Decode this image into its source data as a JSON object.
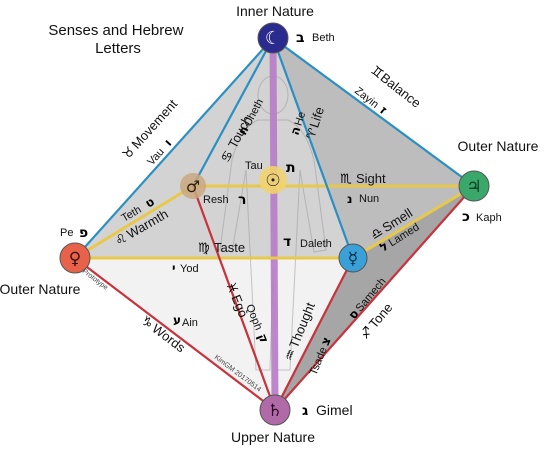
{
  "title": "Senses and Hebrew Letters",
  "nodes": {
    "top": {
      "label": "Inner Nature",
      "symbol": "☾",
      "letter_char": "ב",
      "letter_name": "Beth",
      "color": "#2a2a8f"
    },
    "right": {
      "label": "Outer Nature",
      "symbol": "♃",
      "letter_char": "כ",
      "letter_name": "Kaph",
      "color": "#3aa86b"
    },
    "left": {
      "label": "Outer Nature",
      "symbol": "♀",
      "letter_char": "פ",
      "letter_name": "Pe",
      "color": "#e8624a"
    },
    "bottom": {
      "label": "Upper Nature",
      "symbol": "♄",
      "letter_char": "ג",
      "letter_name": "Gimel",
      "color": "#b06aa8"
    },
    "center": {
      "symbol": "☉",
      "letter_char": "ת",
      "letter_name": "Tau",
      "color": "#f2d36e"
    },
    "back": {
      "symbol": "♂",
      "letter_char": "ר",
      "letter_name": "Resh",
      "color": "#c9a77e"
    },
    "front": {
      "symbol": "☿",
      "letter_char": "ד",
      "letter_name": "Daleth",
      "color": "#3aa0d8"
    }
  },
  "edges": {
    "movement": {
      "sign": "♉",
      "name": "Movement",
      "letter_name": "Vau",
      "letter_char": "ו"
    },
    "touch": {
      "sign": "♋",
      "name": "Touch",
      "letter_name": "Cheth",
      "letter_char": "ח"
    },
    "life": {
      "sign": "♈",
      "name": "Life",
      "letter_name": "He",
      "letter_char": "ה"
    },
    "balance": {
      "sign": "♊",
      "name": "Balance",
      "letter_name": "Zayin",
      "letter_char": "ז"
    },
    "warmth": {
      "sign": "♌",
      "name": "Warmth",
      "letter_name": "Teth",
      "letter_char": "ט"
    },
    "sight": {
      "sign": "♏",
      "name": "Sight",
      "letter_name": "Nun",
      "letter_char": "נ"
    },
    "taste": {
      "sign": "♍",
      "name": "Taste",
      "letter_name": "Yod",
      "letter_char": "י"
    },
    "smell": {
      "sign": "♎",
      "name": "Smell",
      "letter_name": "Lamed",
      "letter_char": "ל"
    },
    "ego": {
      "sign": "♓",
      "name": "Ego",
      "letter_name": "Qoph",
      "letter_char": "ק"
    },
    "thought": {
      "sign": "♒",
      "name": "Thought",
      "letter_name": "Tsade",
      "letter_char": "צ"
    },
    "tone": {
      "sign": "♐",
      "name": "Tone",
      "letter_name": "Samech",
      "letter_char": "ס"
    },
    "words": {
      "sign": "♑",
      "name": "Words",
      "letter_name": "Ain",
      "letter_char": "ע"
    }
  },
  "credits": {
    "prototype": "Prototype",
    "author": "KimGM 20170514"
  },
  "colors": {
    "blue_edge": "#2a8fc2",
    "red_edge": "#c8323c",
    "yellow_edge": "#e8c84a",
    "purple_axis": "#b87cc8",
    "fill_light": "#dcdcdc",
    "fill_dark": "#a6a6a6"
  }
}
